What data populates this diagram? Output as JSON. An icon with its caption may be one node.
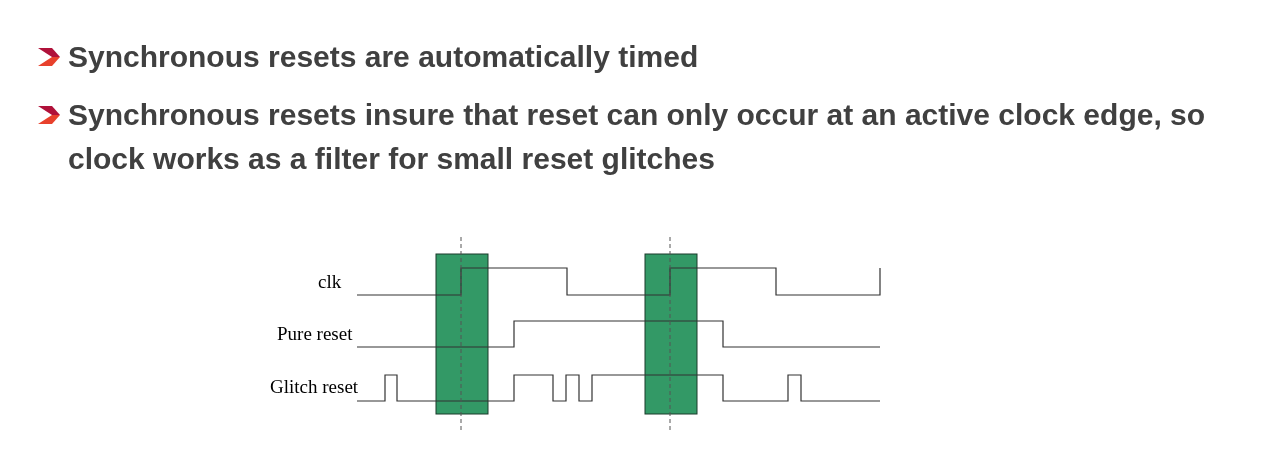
{
  "diagram": {
    "labels": [
      "Synchronous resets are automatically timed",
      "Synchronous resets insure that reset can only occur at an active clock edge, so clock works as a filter for small reset glitches",
      "clk",
      "Pure reset",
      "Glitch reset"
    ]
  }
}
